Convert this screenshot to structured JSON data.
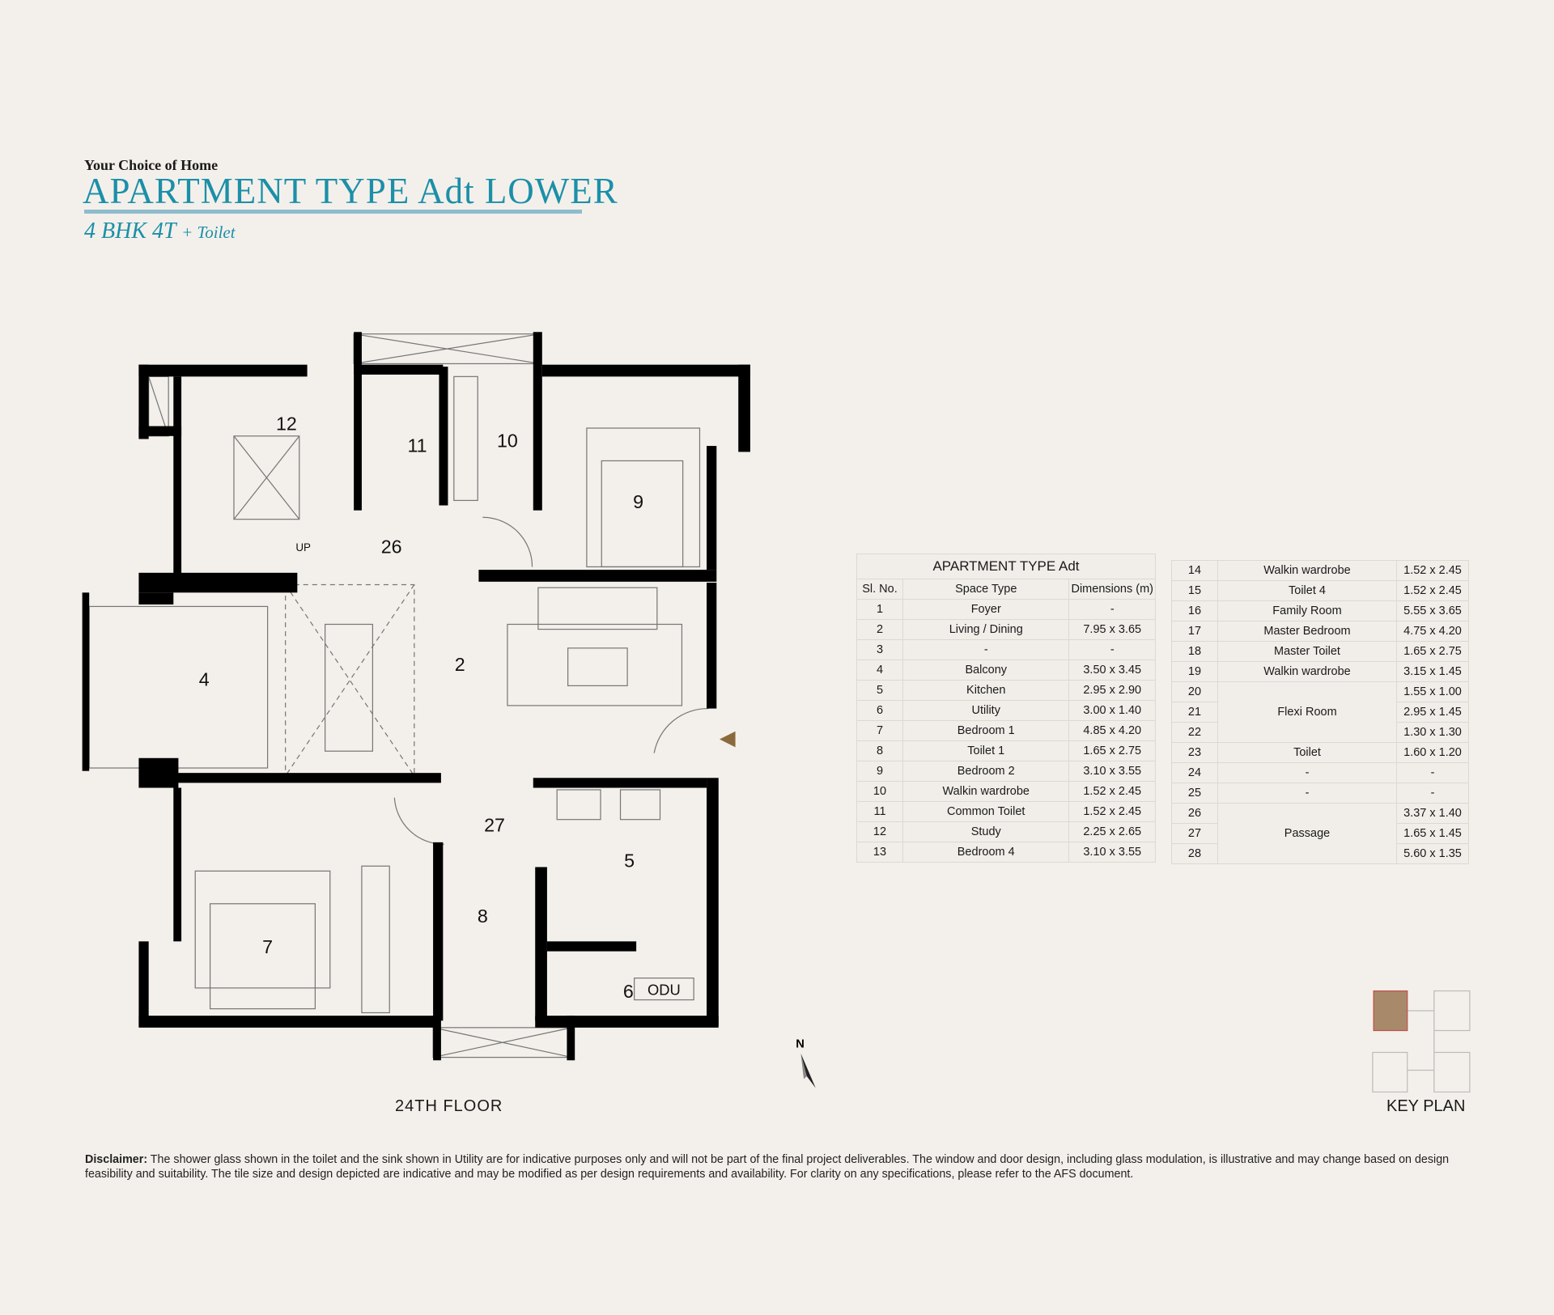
{
  "header": {
    "tagline": "Your Choice of Home",
    "title": "APARTMENT TYPE Adt LOWER",
    "subtitle_main": "4 BHK 4T",
    "subtitle_extra": "+ Toilet"
  },
  "plan": {
    "floor_label": "24TH  FLOOR",
    "rooms": [
      "12",
      "11",
      "10",
      "9",
      "26",
      "2",
      "4",
      "27",
      "5",
      "8",
      "7",
      "6"
    ],
    "up_label": "UP",
    "odu_label": "ODU",
    "north_label": "N",
    "key_plan_label": "KEY PLAN",
    "key_highlight_color": "#a88a6a"
  },
  "table": {
    "title": "APARTMENT TYPE Adt",
    "headers": [
      "Sl. No.",
      "Space Type",
      "Dimensions (m)"
    ],
    "rows_left": [
      [
        "1",
        "Foyer",
        "-"
      ],
      [
        "2",
        "Living / Dining",
        "7.95 x 3.65"
      ],
      [
        "3",
        "-",
        "-"
      ],
      [
        "4",
        "Balcony",
        "3.50 x 3.45"
      ],
      [
        "5",
        "Kitchen",
        "2.95 x 2.90"
      ],
      [
        "6",
        "Utility",
        "3.00 x 1.40"
      ],
      [
        "7",
        "Bedroom 1",
        "4.85 x 4.20"
      ],
      [
        "8",
        "Toilet 1",
        "1.65 x 2.75"
      ],
      [
        "9",
        "Bedroom 2",
        "3.10 x 3.55"
      ],
      [
        "10",
        "Walkin wardrobe",
        "1.52 x 2.45"
      ],
      [
        "11",
        "Common Toilet",
        "1.52 x 2.45"
      ],
      [
        "12",
        "Study",
        "2.25 x 2.65"
      ],
      [
        "13",
        "Bedroom 4",
        "3.10 x 3.55"
      ]
    ],
    "rows_right": [
      [
        "14",
        "Walkin wardrobe",
        "1.52 x 2.45"
      ],
      [
        "15",
        "Toilet 4",
        "1.52 x 2.45"
      ],
      [
        "16",
        "Family Room",
        "5.55 x 3.65"
      ],
      [
        "17",
        "Master Bedroom",
        "4.75 x 4.20"
      ],
      [
        "18",
        "Master Toilet",
        "1.65 x 2.75"
      ],
      [
        "19",
        "Walkin wardrobe",
        "3.15 x 1.45"
      ],
      [
        "20",
        "Flexi Room",
        "1.55 x 1.00"
      ],
      [
        "21",
        "",
        "2.95 x 1.45"
      ],
      [
        "22",
        "",
        "1.30 x 1.30"
      ],
      [
        "23",
        "Toilet",
        "1.60 x 1.20"
      ],
      [
        "24",
        "-",
        "-"
      ],
      [
        "25",
        "-",
        "-"
      ],
      [
        "26",
        "Passage",
        "3.37 x 1.40"
      ],
      [
        "27",
        "",
        "1.65 x 1.45"
      ],
      [
        "28",
        "",
        "5.60 x 1.35"
      ]
    ]
  },
  "disclaimer": {
    "label": "Disclaimer:",
    "text": " The shower glass shown in the toilet and the sink shown in Utility are for indicative purposes only and will not be part of the final project deliverables. The window and door design, including glass modulation, is illustrative and may change based on design feasibility and suitability. The tile size and design depicted are indicative and may be modified as per design requirements and availability. For clarity on any specifications, please refer to the AFS document."
  }
}
